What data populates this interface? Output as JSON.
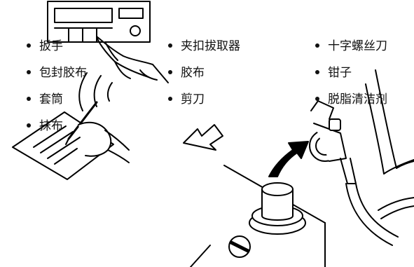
{
  "tools": {
    "col1": [
      "扳手",
      "包封胶布",
      "套筒",
      "抹布"
    ],
    "col2": [
      "夹扣拔取器",
      "胶布",
      "剪刀"
    ],
    "col3": [
      "十字螺丝刀",
      "钳子",
      "脱脂清洁剂"
    ]
  },
  "colors": {
    "line": "#000000",
    "text": "#111111",
    "background": "#ffffff"
  }
}
